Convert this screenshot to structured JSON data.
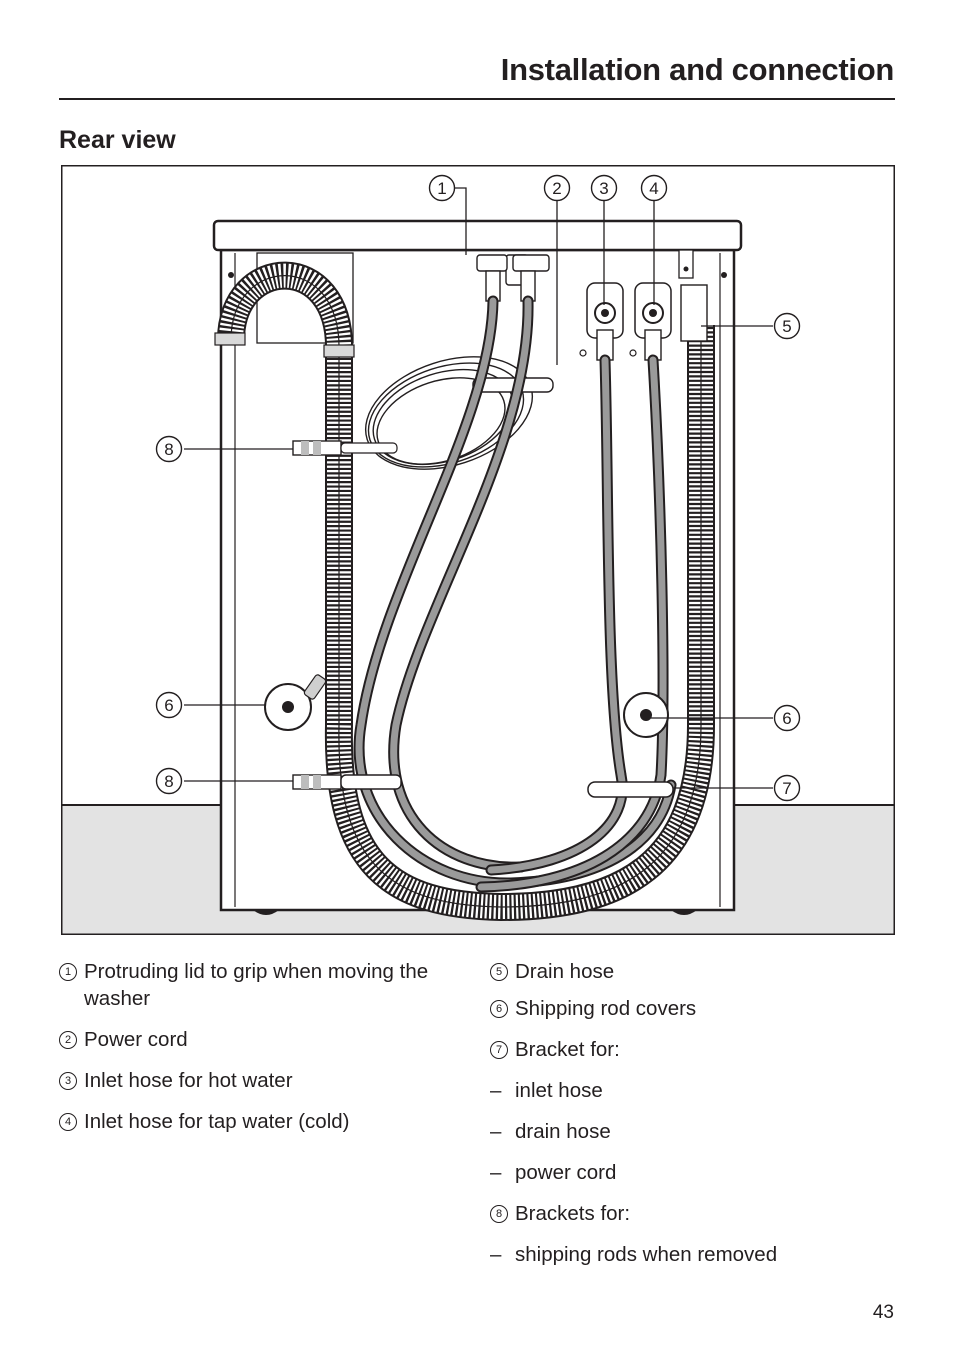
{
  "header": {
    "title": "Installation and connection"
  },
  "section": {
    "title": "Rear view"
  },
  "figure": {
    "callouts": {
      "c1": "1",
      "c2": "2",
      "c3": "3",
      "c4": "4",
      "c5": "5",
      "c6a": "6",
      "c6b": "6",
      "c7": "7",
      "c8a": "8",
      "c8b": "8"
    }
  },
  "legend": {
    "left": [
      {
        "num": "1",
        "text": "Protruding lid to grip when moving the washer"
      },
      {
        "num": "2",
        "text": "Power cord"
      },
      {
        "num": "3",
        "text": "Inlet hose for hot water"
      },
      {
        "num": "4",
        "text": "Inlet hose for tap water (cold)"
      }
    ],
    "right": {
      "item5": {
        "num": "5",
        "text": "Drain hose"
      },
      "item6": {
        "num": "6",
        "text": "Shipping rod covers"
      },
      "item7": {
        "num": "7",
        "text": "Bracket for:"
      },
      "item7_subs": [
        {
          "dash": "–",
          "text": "inlet hose"
        },
        {
          "dash": "–",
          "text": "drain hose"
        },
        {
          "dash": "–",
          "text": "power cord"
        }
      ],
      "item8": {
        "num": "8",
        "text": "Brackets for:"
      },
      "item8_subs": [
        {
          "dash": "–",
          "text": "shipping rods when removed"
        }
      ]
    }
  },
  "page_number": "43"
}
